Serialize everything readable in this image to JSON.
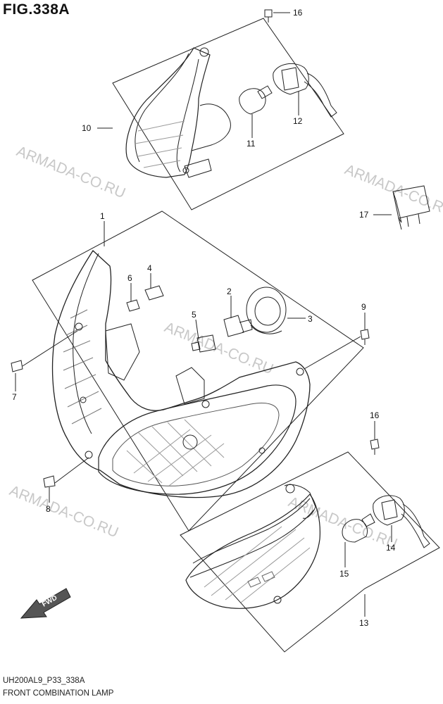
{
  "figure": {
    "title": "FIG.338A",
    "code": "UH200AL9_P33_338A",
    "name": "FRONT COMBINATION LAMP"
  },
  "watermarks": [
    "ARMADA-CO.RU",
    "ARMADA-CO.RU",
    "ARMADA-CO.RU",
    "ARMADA-CO.RU",
    "ARMADA-CO.RU"
  ],
  "callouts": [
    "1",
    "2",
    "3",
    "4",
    "5",
    "6",
    "7",
    "8",
    "9",
    "10",
    "11",
    "12",
    "13",
    "14",
    "15",
    "16",
    "16",
    "17"
  ],
  "fwd_label": "FWD",
  "colors": {
    "line": "#222222",
    "watermark": "#c8c8c8",
    "background": "#ffffff"
  }
}
